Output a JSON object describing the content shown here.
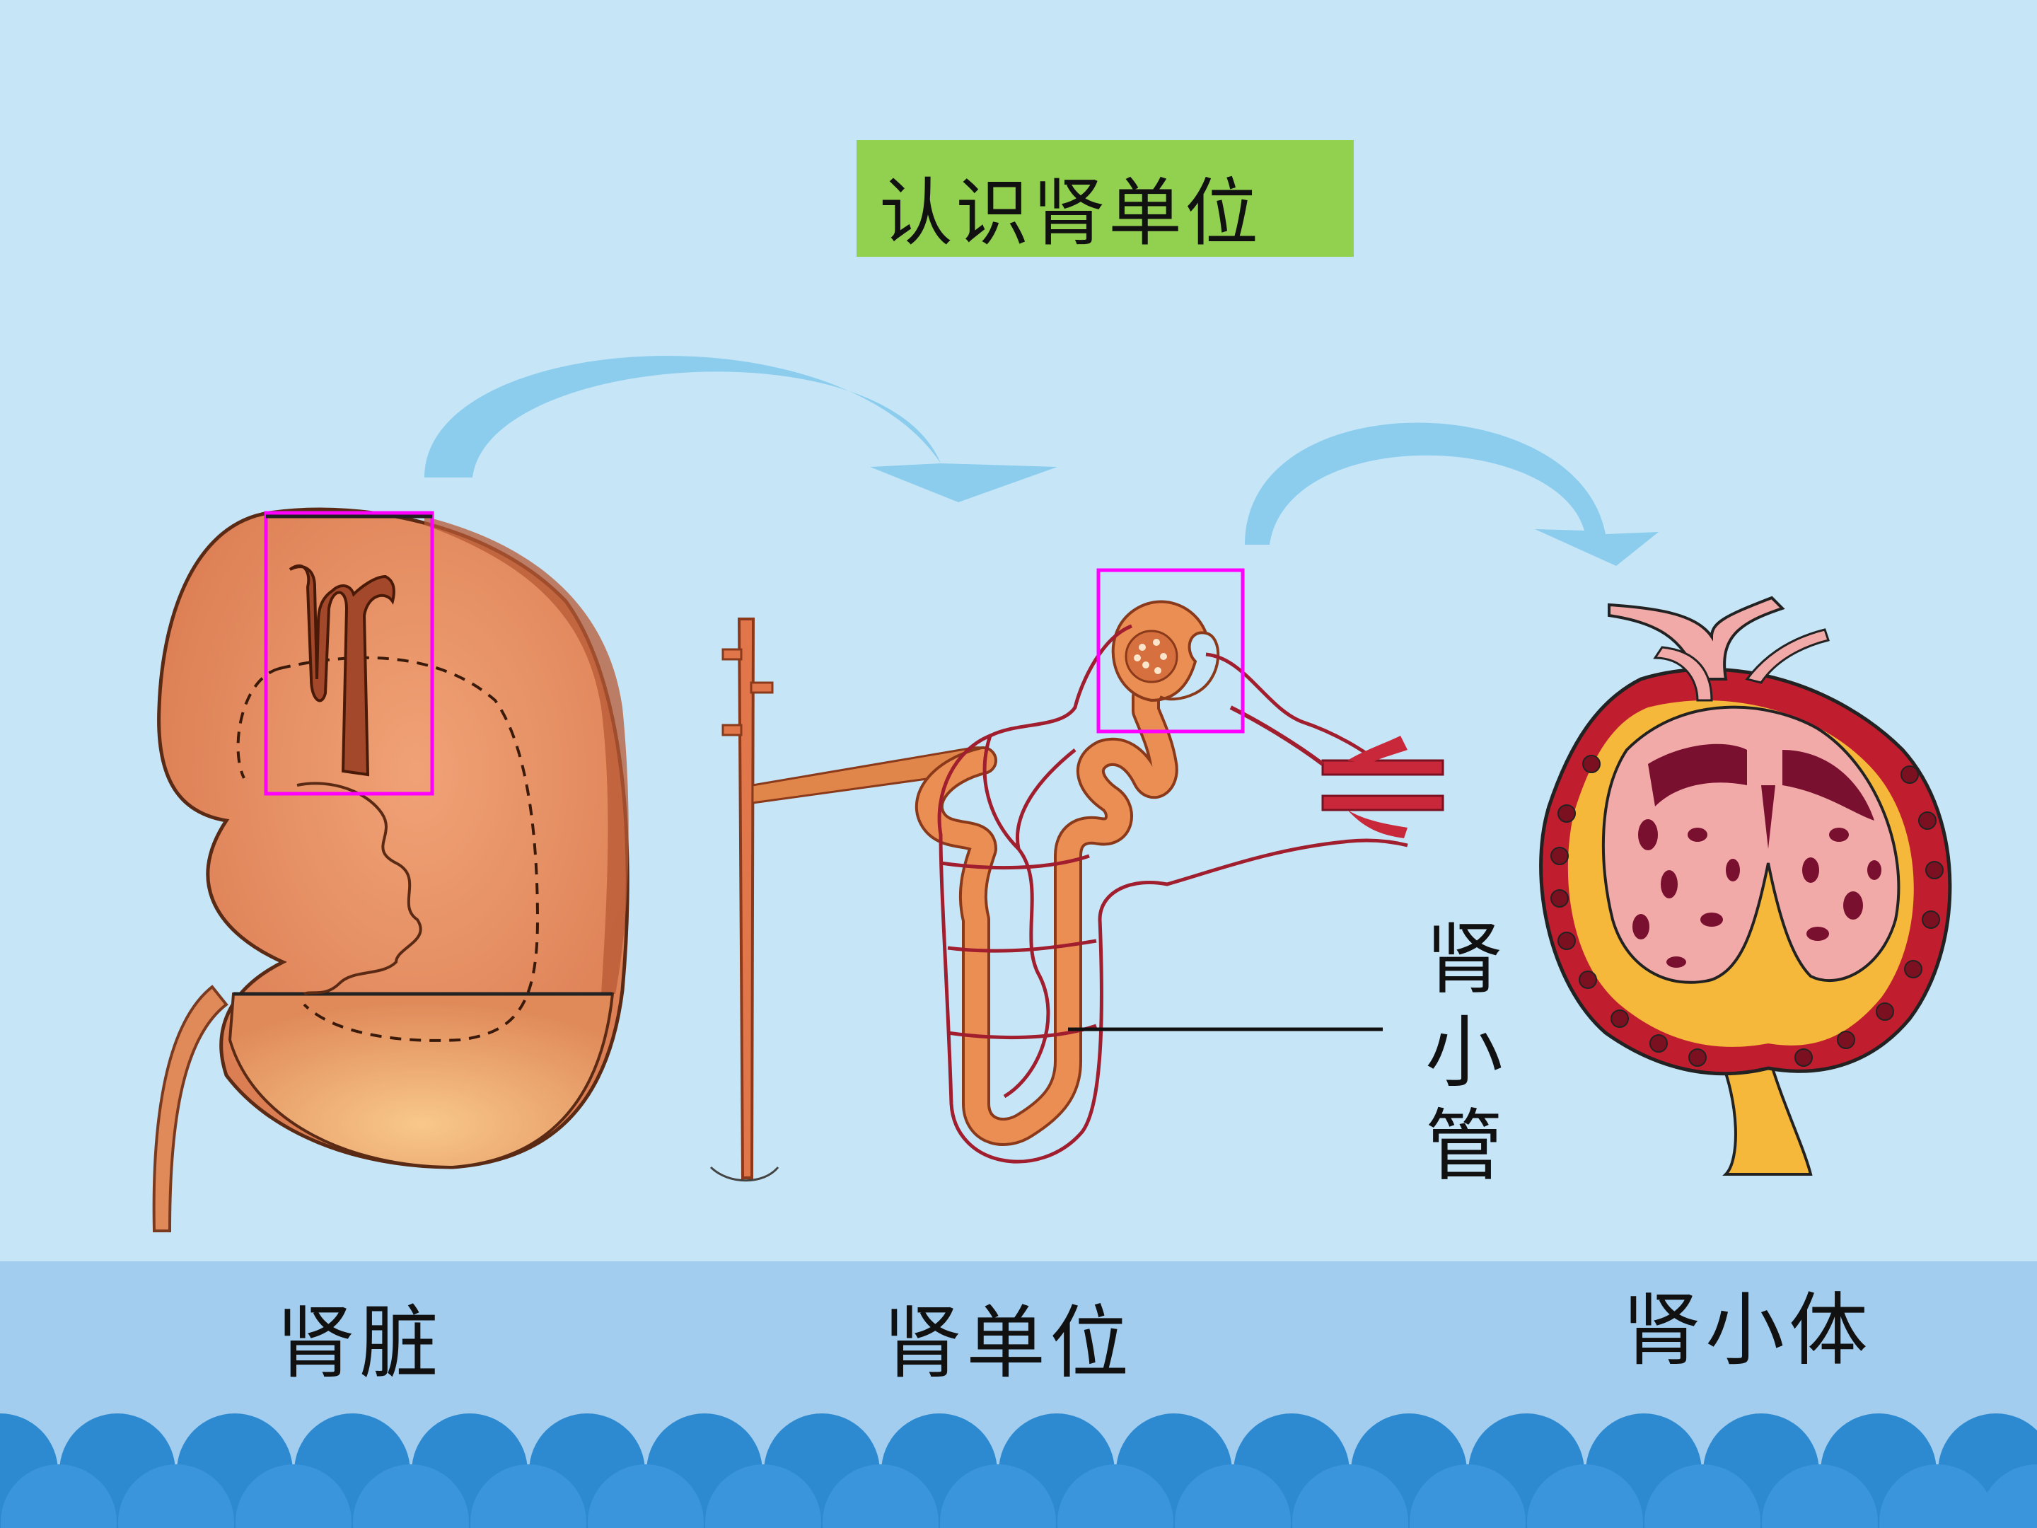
{
  "title": "认识肾单位",
  "captions": {
    "kidney": "肾脏",
    "nephron": "肾单位",
    "corpuscle": "肾小体"
  },
  "tubule_label": [
    "肾",
    "小",
    "管"
  ],
  "colors": {
    "background": "#c6e6f8",
    "title_box": "#92d050",
    "arrow": "#8ccdee",
    "highlight_box": "#ff00ff",
    "kidney": "#e0865c",
    "vessel": "#a01e2e",
    "waves": "#2e8ad0"
  }
}
